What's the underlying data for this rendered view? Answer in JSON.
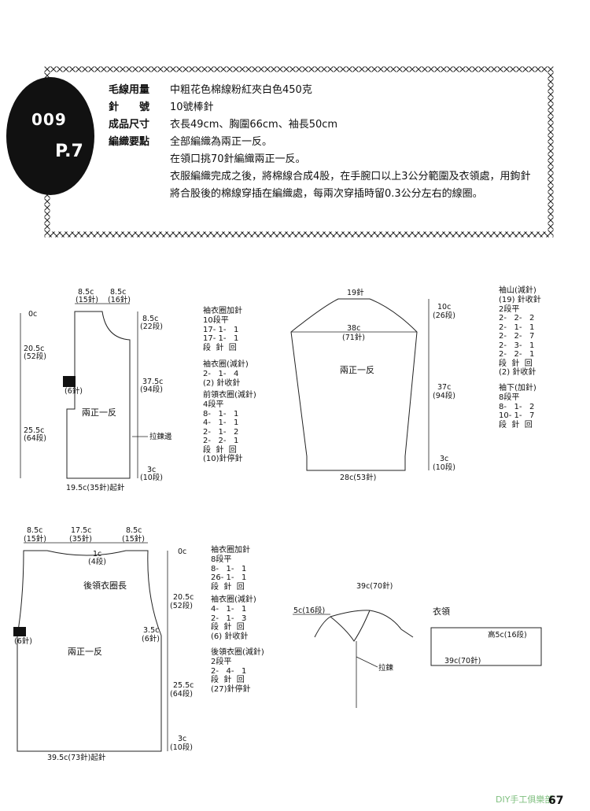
{
  "header": {
    "badge_number": "009",
    "badge_page": "P.7",
    "specs": [
      {
        "key": "毛線用量",
        "value": "中粗花色棉線粉紅夾白色450克"
      },
      {
        "key": "針　　號",
        "value": "10號棒針"
      },
      {
        "key": "成品尺寸",
        "value": "衣長49cm、胸圍66cm、袖長50cm"
      },
      {
        "key": "編織要點",
        "value": "全部編織為兩正一反。"
      }
    ],
    "notes": [
      "在領口挑70針編織兩正一反。",
      "衣服編織完成之後，將棉線合成4股，在手腕口以上3公分範圍及衣領處，用鉤針將合股後的棉線穿插在編織處，每兩次穿插時留0.3公分左右的線圈。"
    ]
  },
  "front_diagram": {
    "top_left_width": "8.5c",
    "top_left_sts": "(15針)",
    "top_right_width": "8.5c",
    "top_right_sts": "(16針)",
    "left_0c": "0c",
    "left_205": "20.5c",
    "left_205_rows": "(52段)",
    "left_255": "25.5c",
    "left_255_rows": "(64段)",
    "right_85": "8.5c",
    "right_85_rows": "(22段)",
    "right_375": "37.5c",
    "right_375_rows": "(94段)",
    "right_3": "3c",
    "right_3_rows": "(10段)",
    "side_sts": "(6針)",
    "body_label": "兩正一反",
    "zipper_label": "拉鍊邊",
    "bottom": "19.5c(35針)起針"
  },
  "front_notes": {
    "armhole_inc_title": "袖衣圈加針",
    "armhole_inc": "10段平\n17- 1-   1\n17- 1-   1\n段  針  回",
    "armhole_dec_title": "袖衣圈(減針)",
    "armhole_dec": "2-   1-   4\n(2) 針收針",
    "neck_dec_title": "前領衣圈(減針)",
    "neck_dec": "4段平\n8-   1-   1\n4-   1-   1\n2-   1-   2\n2-   2-   1\n段  針  回\n(10)針停針"
  },
  "sleeve_diagram": {
    "top_sts": "19針",
    "cap_width": "38c",
    "cap_sts": "(71針)",
    "cap_height": "10c",
    "cap_rows": "(26段)",
    "length": "37c",
    "length_rows": "(94段)",
    "cuff": "3c",
    "cuff_rows": "(10段)",
    "body_label": "兩正一反",
    "bottom": "28c(53針)"
  },
  "sleeve_notes": {
    "cap_title": "袖山(減針)",
    "cap": "(19) 針收針\n2段平\n2-   2-   2\n2-   1-   1\n2-   2-   7\n2-   3-   1\n2-   2-   1\n段  針  回\n(2) 針收針",
    "under_title": "袖下(加針)",
    "under": "8段平\n8-   1-   2\n10- 1-   7\n段  針  回"
  },
  "back_diagram": {
    "top_left": "8.5c",
    "top_left_sts": "(15針)",
    "top_mid": "17.5c",
    "top_mid_sts": "(35針)",
    "top_right": "8.5c",
    "top_right_sts": "(15針)",
    "center_1c": "1c",
    "center_rows": "(4段)",
    "neck_label": "後領衣圈長",
    "body_label": "兩正一反",
    "side_35": "3.5c",
    "side_sts": "(6針)",
    "left_sts": "(6針)",
    "r_0c": "0c",
    "r_205": "20.5c",
    "r_205_rows": "(52段)",
    "r_255": "25.5c",
    "r_255_rows": "(64段)",
    "r_3": "3c",
    "r_3_rows": "(10段)",
    "bottom": "39.5c(73針)起針"
  },
  "back_notes": {
    "inc_title": "袖衣圈加針",
    "inc": "8段平\n8-   1-   1\n26- 1-   1\n段  針  回",
    "dec_title": "袖衣圈(減針)",
    "dec": "4-   1-   1\n2-   1-   3\n段  針  回\n(6) 針收針",
    "neck_title": "後領衣圈(減針)",
    "neck": "2段平\n2-   4-   1\n段  針  回\n(27)針停針"
  },
  "collar": {
    "top_label": "39c(70針)",
    "left_label": "5c(16段)",
    "zipper": "拉鍊",
    "title": "衣領",
    "height": "高5c(16段)",
    "width": "39c(70針)"
  },
  "footer": {
    "page": "67",
    "watermark": "DIY手工俱樂部"
  }
}
